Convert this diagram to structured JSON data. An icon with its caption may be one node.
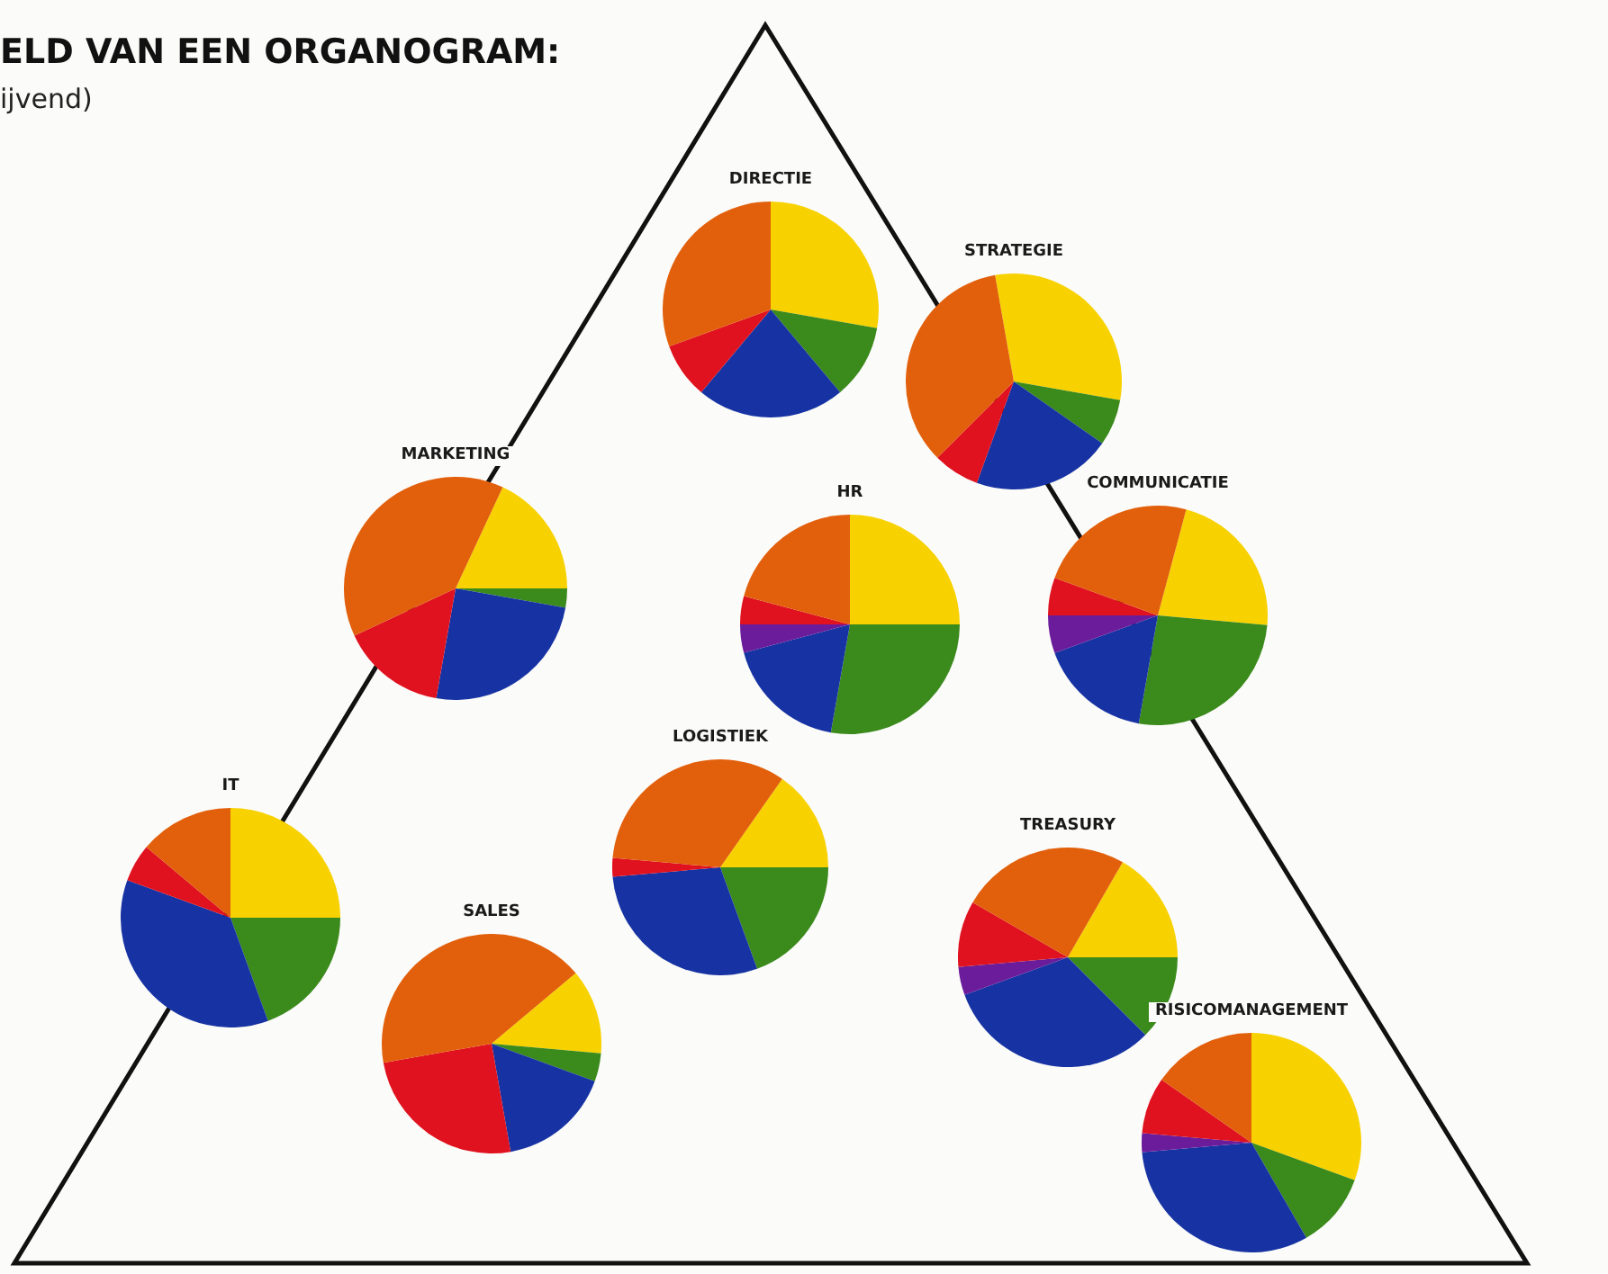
{
  "diagram": {
    "title": "ELD VAN EEN ORGANOGRAM:",
    "nodes": [
      {
        "text": [
          "DIRECTIE"
        ]
      },
      {
        "text": [
          "STRATEGIE"
        ]
      },
      {
        "text": [
          "MARKETING"
        ]
      },
      {
        "text": [
          "HR"
        ]
      },
      {
        "text": [
          "COMMUNICATIE"
        ]
      },
      {
        "text": [
          "IT"
        ]
      },
      {
        "text": [
          "LOGISTIEK"
        ]
      },
      {
        "text": [
          "SALES"
        ]
      },
      {
        "text": [
          "TREASURY"
        ]
      },
      {
        "text": [
          "RISICOMANAGEMENT"
        ]
      }
    ],
    "labels": [
      "ijvend)"
    ]
  }
}
